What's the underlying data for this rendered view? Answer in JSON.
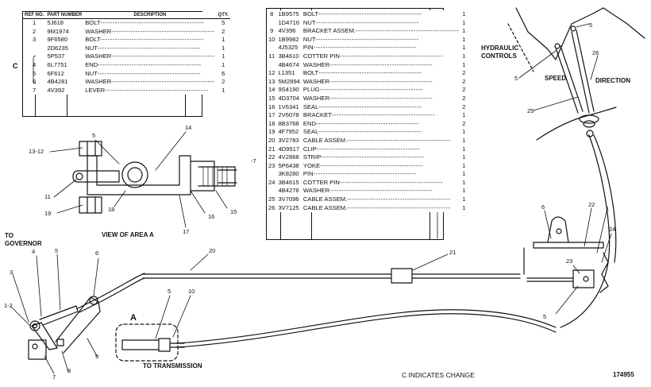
{
  "parts_table_left": {
    "headers": [
      "REF NO.",
      "PART NUMBER",
      "DESCRIPTION",
      "QTY."
    ],
    "group_marker": "C",
    "rows": [
      {
        "ref": "1",
        "part": "5J618",
        "desc": "BOLT",
        "qty": "5"
      },
      {
        "ref": "2",
        "part": "9M1974",
        "desc": "WASHER",
        "qty": "2"
      },
      {
        "ref": "3",
        "part": "9F6580",
        "desc": "BOLT",
        "qty": "1"
      },
      {
        "ref": "",
        "part": "2D6235",
        "desc": "NUT",
        "qty": "1"
      },
      {
        "ref": "",
        "part": "5P537",
        "desc": "WASHER",
        "qty": "1"
      },
      {
        "ref": "4",
        "part": "6L7751",
        "desc": "END",
        "qty": "1"
      },
      {
        "ref": "5",
        "part": "6F612",
        "desc": "NUT",
        "qty": "6"
      },
      {
        "ref": "6",
        "part": "4B4281",
        "desc": "WASHER",
        "qty": "2"
      },
      {
        "ref": "7",
        "part": "4V392",
        "desc": "LEVER",
        "qty": "1"
      }
    ]
  },
  "parts_table_right": {
    "rows": [
      {
        "ref": "8",
        "part": "1B9575",
        "desc": "BOLT",
        "qty": "1"
      },
      {
        "ref": "",
        "part": "1D4716",
        "desc": "NUT",
        "qty": "1"
      },
      {
        "ref": "9",
        "part": "4V396",
        "desc": "BRACKET ASSEM.",
        "qty": "1"
      },
      {
        "ref": "10",
        "part": "1B9982",
        "desc": "NUT",
        "qty": "1"
      },
      {
        "ref": "",
        "part": "4J5325",
        "desc": "PIN",
        "qty": "1"
      },
      {
        "ref": "11",
        "part": "3B4610",
        "desc": "COTTER PIN",
        "qty": "1"
      },
      {
        "ref": "",
        "part": "4B4674",
        "desc": "WASHER",
        "qty": "1"
      },
      {
        "ref": "12",
        "part": "L1351",
        "desc": "BOLT",
        "qty": "2"
      },
      {
        "ref": "13",
        "part": "5M2894",
        "desc": "WASHER",
        "qty": "2"
      },
      {
        "ref": "14",
        "part": "9S4190",
        "desc": "PLUG",
        "qty": "2"
      },
      {
        "ref": "15",
        "part": "4D3704",
        "desc": "WASHER",
        "qty": "2"
      },
      {
        "ref": "16",
        "part": "1V6341",
        "desc": "SEAL",
        "qty": "2"
      },
      {
        "ref": "17",
        "part": "2V6078",
        "desc": "BRACKET",
        "qty": "1"
      },
      {
        "ref": "18",
        "part": "8B3768",
        "desc": "END",
        "qty": "2"
      },
      {
        "ref": "19",
        "part": "4F7952",
        "desc": "SEAL",
        "qty": "1"
      },
      {
        "ref": "20",
        "part": "3V2783",
        "desc": "CABLE ASSEM.",
        "qty": "1"
      },
      {
        "ref": "21",
        "part": "4D9517",
        "desc": "CLIP",
        "qty": "1"
      },
      {
        "ref": "22",
        "part": "4V2868",
        "desc": "STRIP",
        "qty": "1"
      },
      {
        "ref": "23",
        "part": "5P6438",
        "desc": "YOKE",
        "qty": "1"
      },
      {
        "ref": "",
        "part": "3K8280",
        "desc": "PIN",
        "qty": "1"
      },
      {
        "ref": "24",
        "part": "3B4615",
        "desc": "COTTER PIN",
        "qty": "1"
      },
      {
        "ref": "",
        "part": "4B4278",
        "desc": "WASHER",
        "qty": "1"
      },
      {
        "ref": "25",
        "part": "3V7096",
        "desc": "CABLE ASSEM.",
        "qty": "1"
      },
      {
        "ref": "26",
        "part": "3V7125",
        "desc": "CABLE ASSEM.",
        "qty": "1"
      }
    ]
  },
  "labels": {
    "view_of_area": "VIEW OF AREA A",
    "to_governor_1": "TO",
    "to_governor_2": "GOVERNOR",
    "to_transmission": "TO TRANSMISSION",
    "hydraulic_1": "HYDRAULIC",
    "hydraulic_2": "CONTROLS",
    "speed": "SPEED",
    "direction": "DIRECTION",
    "area_a": "A",
    "change_note": "C INDICATES CHANGE",
    "drawing_no": "174955",
    "side_mark": "-7"
  },
  "callouts": {
    "c13_12": "13-12",
    "c5a": "5",
    "c14": "14",
    "c11": "11",
    "c19": "19",
    "c18": "18",
    "c17": "17",
    "c16": "16",
    "c15": "15",
    "c4": "4",
    "c5b": "5",
    "c3": "3",
    "c1_2": "1-2",
    "c6a": "6",
    "c7": "7",
    "c8": "8",
    "c9": "9",
    "c20": "20",
    "c5c": "5",
    "c10": "10",
    "c21": "21",
    "c6b": "6",
    "c22": "22",
    "c1b": "1",
    "c24": "24",
    "c23": "23",
    "c5d": "5",
    "c5e": "5",
    "c5f": "5",
    "c26": "26",
    "c25": "25"
  }
}
